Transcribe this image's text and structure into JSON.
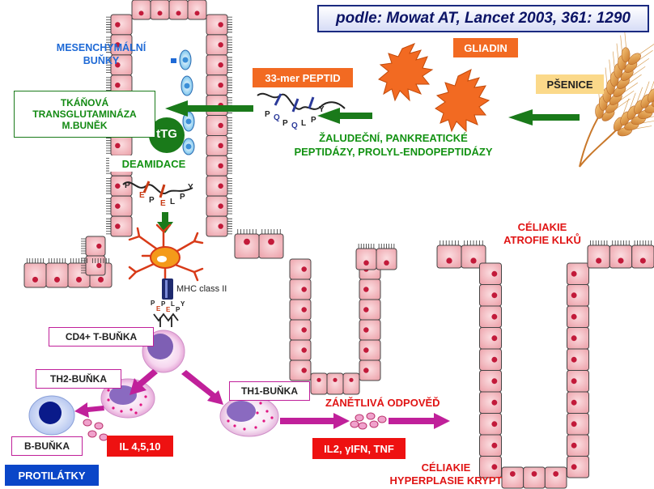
{
  "citation": "podle: Mowat AT, Lancet 2003, 361: 1290",
  "labels": {
    "mesenchymal_1": "MESENCHYMÁLNÍ",
    "mesenchymal_2": "BUŇKY",
    "tissue_tg_1": "TKÁŇOVÁ",
    "tissue_tg_2": "TRANSGLUTAMINÁZA",
    "tissue_tg_3": "M.BUNĚK",
    "ttg": "tTG",
    "deamidation": "DEAMIDACE",
    "peptide33": "33-mer PEPTID",
    "gliadin": "GLIADIN",
    "wheat": "PŠENICE",
    "peptidases_1": "ŽALUDEČNÍ, PANKREATICKÉ",
    "peptidases_2": "PEPTIDÁZY, PROLYL-ENDOPEPTIDÁZY",
    "mhc": "MHC class II",
    "cd4": "CD4+ T-BUŇKA",
    "th2": "TH2-BUŇKA",
    "th1": "TH1-BUŇKA",
    "bcell": "B-BUŇKA",
    "antibodies": "PROTILÁTKY",
    "il4": "IL 4,5,10",
    "il2": "IL2, γIFN, TNF",
    "inflammation": "ZÁNĚTLIVÁ ODPOVĚĎ",
    "atrophy_1": "CÉLIAKIE",
    "atrophy_2": "ATROFIE KLKŮ",
    "hyperplasia_1": "CÉLIAKIE",
    "hyperplasia_2": "HYPERPLASIE KRYPT"
  },
  "peptide_top": [
    "P",
    "Q",
    "P",
    "Q",
    "L",
    "P",
    "Y"
  ],
  "peptide_deam": [
    "P",
    "E",
    "P",
    "E",
    "L",
    "P",
    "Y"
  ],
  "peptide_mhc": [
    "P",
    "E",
    "P",
    "E",
    "L",
    "P",
    "Y"
  ],
  "colors": {
    "cell_fill": "#f7c3c8",
    "cell_nucleus": "#c21a3a",
    "arrow_green": "#1a7a1a",
    "arrow_magenta": "#c0209a",
    "gliadin_orange": "#f26a22",
    "tcell_purple": "#7e5fb4"
  }
}
